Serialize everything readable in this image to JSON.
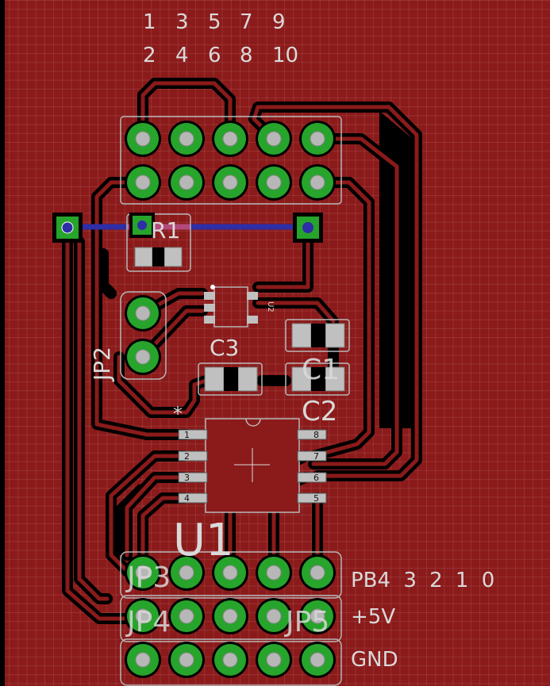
{
  "header_pins": {
    "odd_row": [
      "1",
      "3",
      "5",
      "7",
      "9"
    ],
    "even_row": [
      "2",
      "4",
      "6",
      "8",
      "10"
    ]
  },
  "components": {
    "r1": "R1",
    "jp2": "JP2",
    "c1": "C1",
    "c2": "C2",
    "c3": "C3",
    "u1": "U1",
    "u2": "U2",
    "jp3": "JP3",
    "jp4": "JP4",
    "jp5": "JP5",
    "pin1_marker": "*"
  },
  "connector_labels": {
    "row1": "PB4 3 2 1 0",
    "row2": "+5V",
    "row3": "GND"
  },
  "chip_pins_left": [
    "1",
    "2",
    "3",
    "4"
  ],
  "chip_pins_right": [
    "8",
    "7",
    "6",
    "5"
  ],
  "colors": {
    "copper_pour": "#8b1a1a",
    "trace_clearance": "#000000",
    "pad_copper": "#27a42b",
    "pad_outline": "#b7b7b7",
    "silkscreen": "#d9d9d9",
    "top_trace": "#2e2ea6"
  }
}
